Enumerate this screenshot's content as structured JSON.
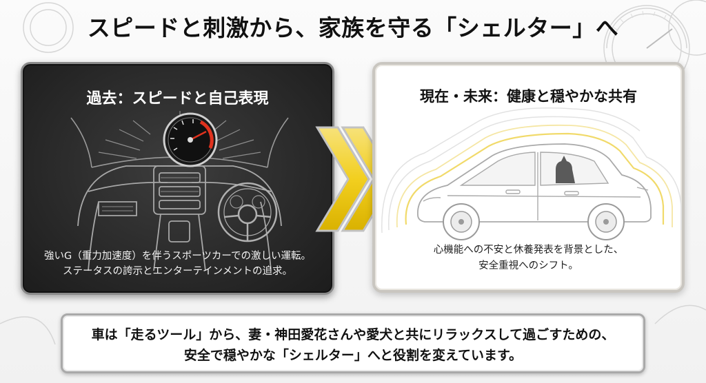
{
  "title": "スピードと刺激から、家族を守る「シェルター」へ",
  "past": {
    "title": "過去：スピードと自己表現",
    "lines": [
      "強いG（重力加速度）を伴うスポーツカーでの激しい運転。",
      "ステータスの誇示とエンターテインメントの追求。"
    ],
    "icon": "car-dashboard-speedometer"
  },
  "transition": {
    "icon": "double-chevron-right",
    "color": "#f2cf1f"
  },
  "present": {
    "title": "現在・未来：健康と穏やかな共有",
    "lines": [
      "心機能への不安と休養発表を背景とした、",
      "安全重視へのシフト。"
    ],
    "icon": "family-car-with-dog"
  },
  "summary": {
    "lines": [
      "車は「走るツール」から、妻・神田愛花さんや愛犬と共にリラックスして過ごすための、",
      "安全で穏やかな「シェルター」へと役割を変えています。"
    ]
  },
  "colors": {
    "accent": "#f2cf1f",
    "dark_panel": "#262626",
    "speedometer_red": "#e0321e"
  }
}
